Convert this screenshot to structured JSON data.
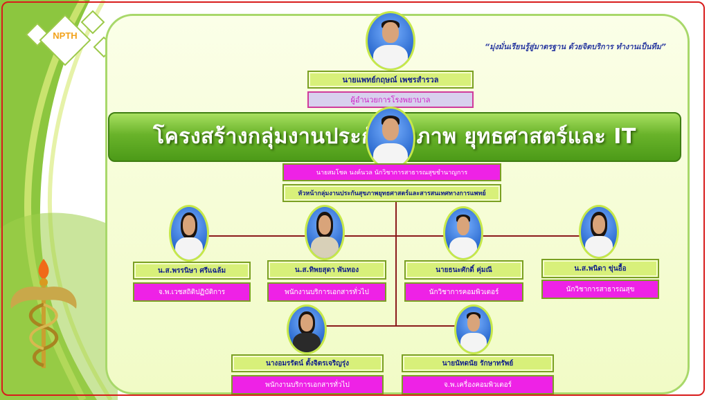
{
  "logo_text": "NPTH",
  "slogan": "“มุ่งมั่นเรียนรู้สู่มาตรฐาน ด้วยจิตบริการ ทำงานเป็นทีม”",
  "title": "โครงสร้างกลุ่มงานประกันสุขภาพ ยุทธศาสตร์และ IT",
  "director": {
    "name": "นายแพทย์กฤษณ์ เพชรสำรวล",
    "position": "ผู้อำนวยการโรงพยาบาล"
  },
  "head": {
    "name": "นายสมโชค นงค์นวล นักวิชาการสาธารณสุขชำนาญการ",
    "position": "หัวหน้ากลุ่มงานประกันสุขภาพยุทธศาสตร์และสารสนเทศทางการแพทย์"
  },
  "staff": [
    {
      "name": "น.ส.พรรนิษา ศรีแฉล้ม",
      "position": "จ.พ.เวชสถิติปฏิบัติการ"
    },
    {
      "name": "น.ส.ทิพยสุดา พันทอง",
      "position": "พนักงานบริการเอกสารทั่วไป"
    },
    {
      "name": "นายธนะศักดิ์ คุ่มณี",
      "position": "นักวิชาการคอมพิวเตอร์"
    },
    {
      "name": "น.ส.พนิดา ขุ่นอื้อ",
      "position": "นักวิชาการสาธารณสุข"
    },
    {
      "name": "นางอมรรัตน์ ตั้งจิตรเจริญรุ่ง",
      "position": "พนักงานบริการเอกสารทั่วไป"
    },
    {
      "name": "นายนัทดนัย รักษาทรัพย์",
      "position": "จ.พ.เครื่องคอมพิวเตอร์"
    }
  ]
}
